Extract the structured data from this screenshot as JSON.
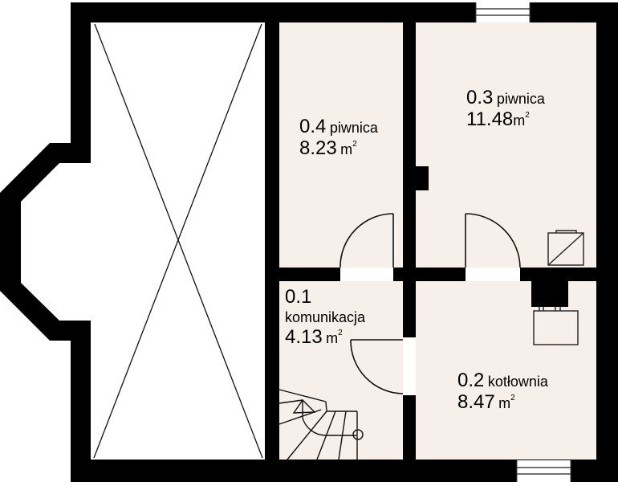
{
  "colors": {
    "wall": "#000000",
    "floor": "#f6efea",
    "void": "#ffffff",
    "line": "#111111"
  },
  "rooms": [
    {
      "id": "0.4",
      "name": "piwnica",
      "area": "8.23",
      "unit": "m",
      "unit_sup": "2"
    },
    {
      "id": "0.3",
      "name": "piwnica",
      "area": "11.48",
      "unit": "m",
      "unit_sup": "2"
    },
    {
      "id": "0.1",
      "name": "komunikacja",
      "area": "4.13",
      "unit": "m",
      "unit_sup": "2"
    },
    {
      "id": "0.2",
      "name": "kotłownia",
      "area": "8.47",
      "unit": "m",
      "unit_sup": "2"
    }
  ],
  "symbols": {
    "void": "open-space-x",
    "stairs": "winder-staircase",
    "boiler": "boiler",
    "tank": "water-heater",
    "chimney": "chimney",
    "windows": 2,
    "doors": 3
  }
}
